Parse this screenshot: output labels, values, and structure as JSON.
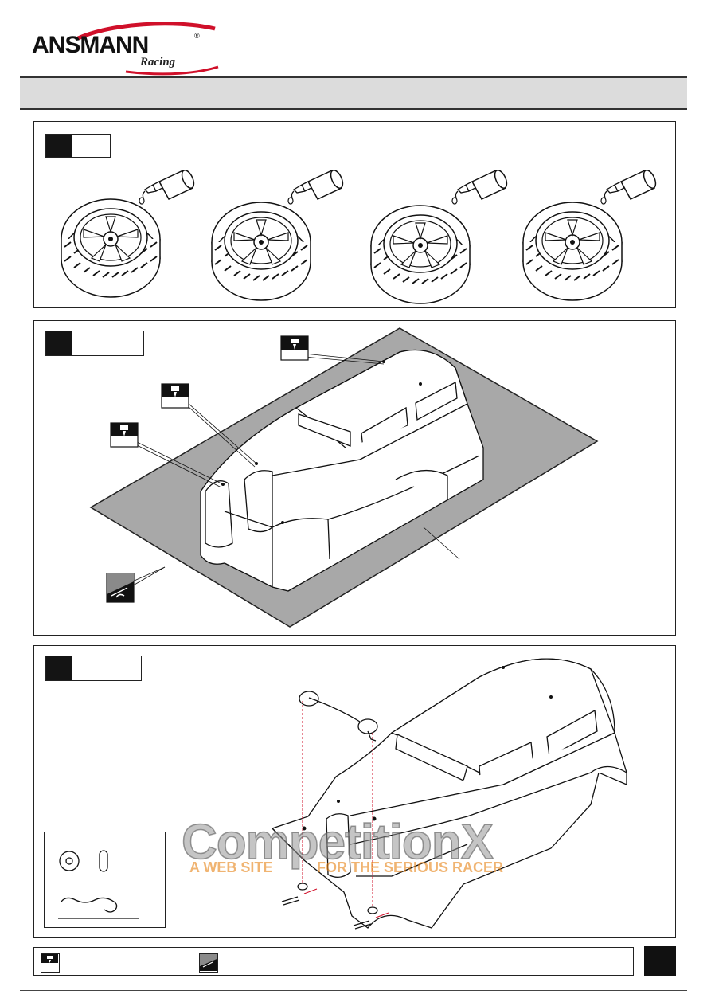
{
  "brand": {
    "name": "ANSMANN",
    "registered": "®",
    "sub": "Racing",
    "accent_color": "#d0102a"
  },
  "watermark": {
    "title": "CompetitionX",
    "tagline_left": "A WEB SITE",
    "tagline_right": "FOR THE SERIOUS RACER"
  },
  "icons": {
    "glue": "glue-drop-icon",
    "cut": "cut-trim-icon",
    "hardware": "washer-pin-bodyclip-icon"
  }
}
